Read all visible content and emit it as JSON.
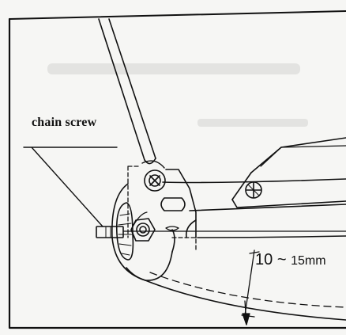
{
  "labels": {
    "chain_screw": "chain screw",
    "clearance_min": "10",
    "clearance_sep": "~",
    "clearance_max_unit": "15mm"
  },
  "colors": {
    "ink": "#111111",
    "paper": "#f6f6f4",
    "smudge": "#d8d8d4"
  }
}
